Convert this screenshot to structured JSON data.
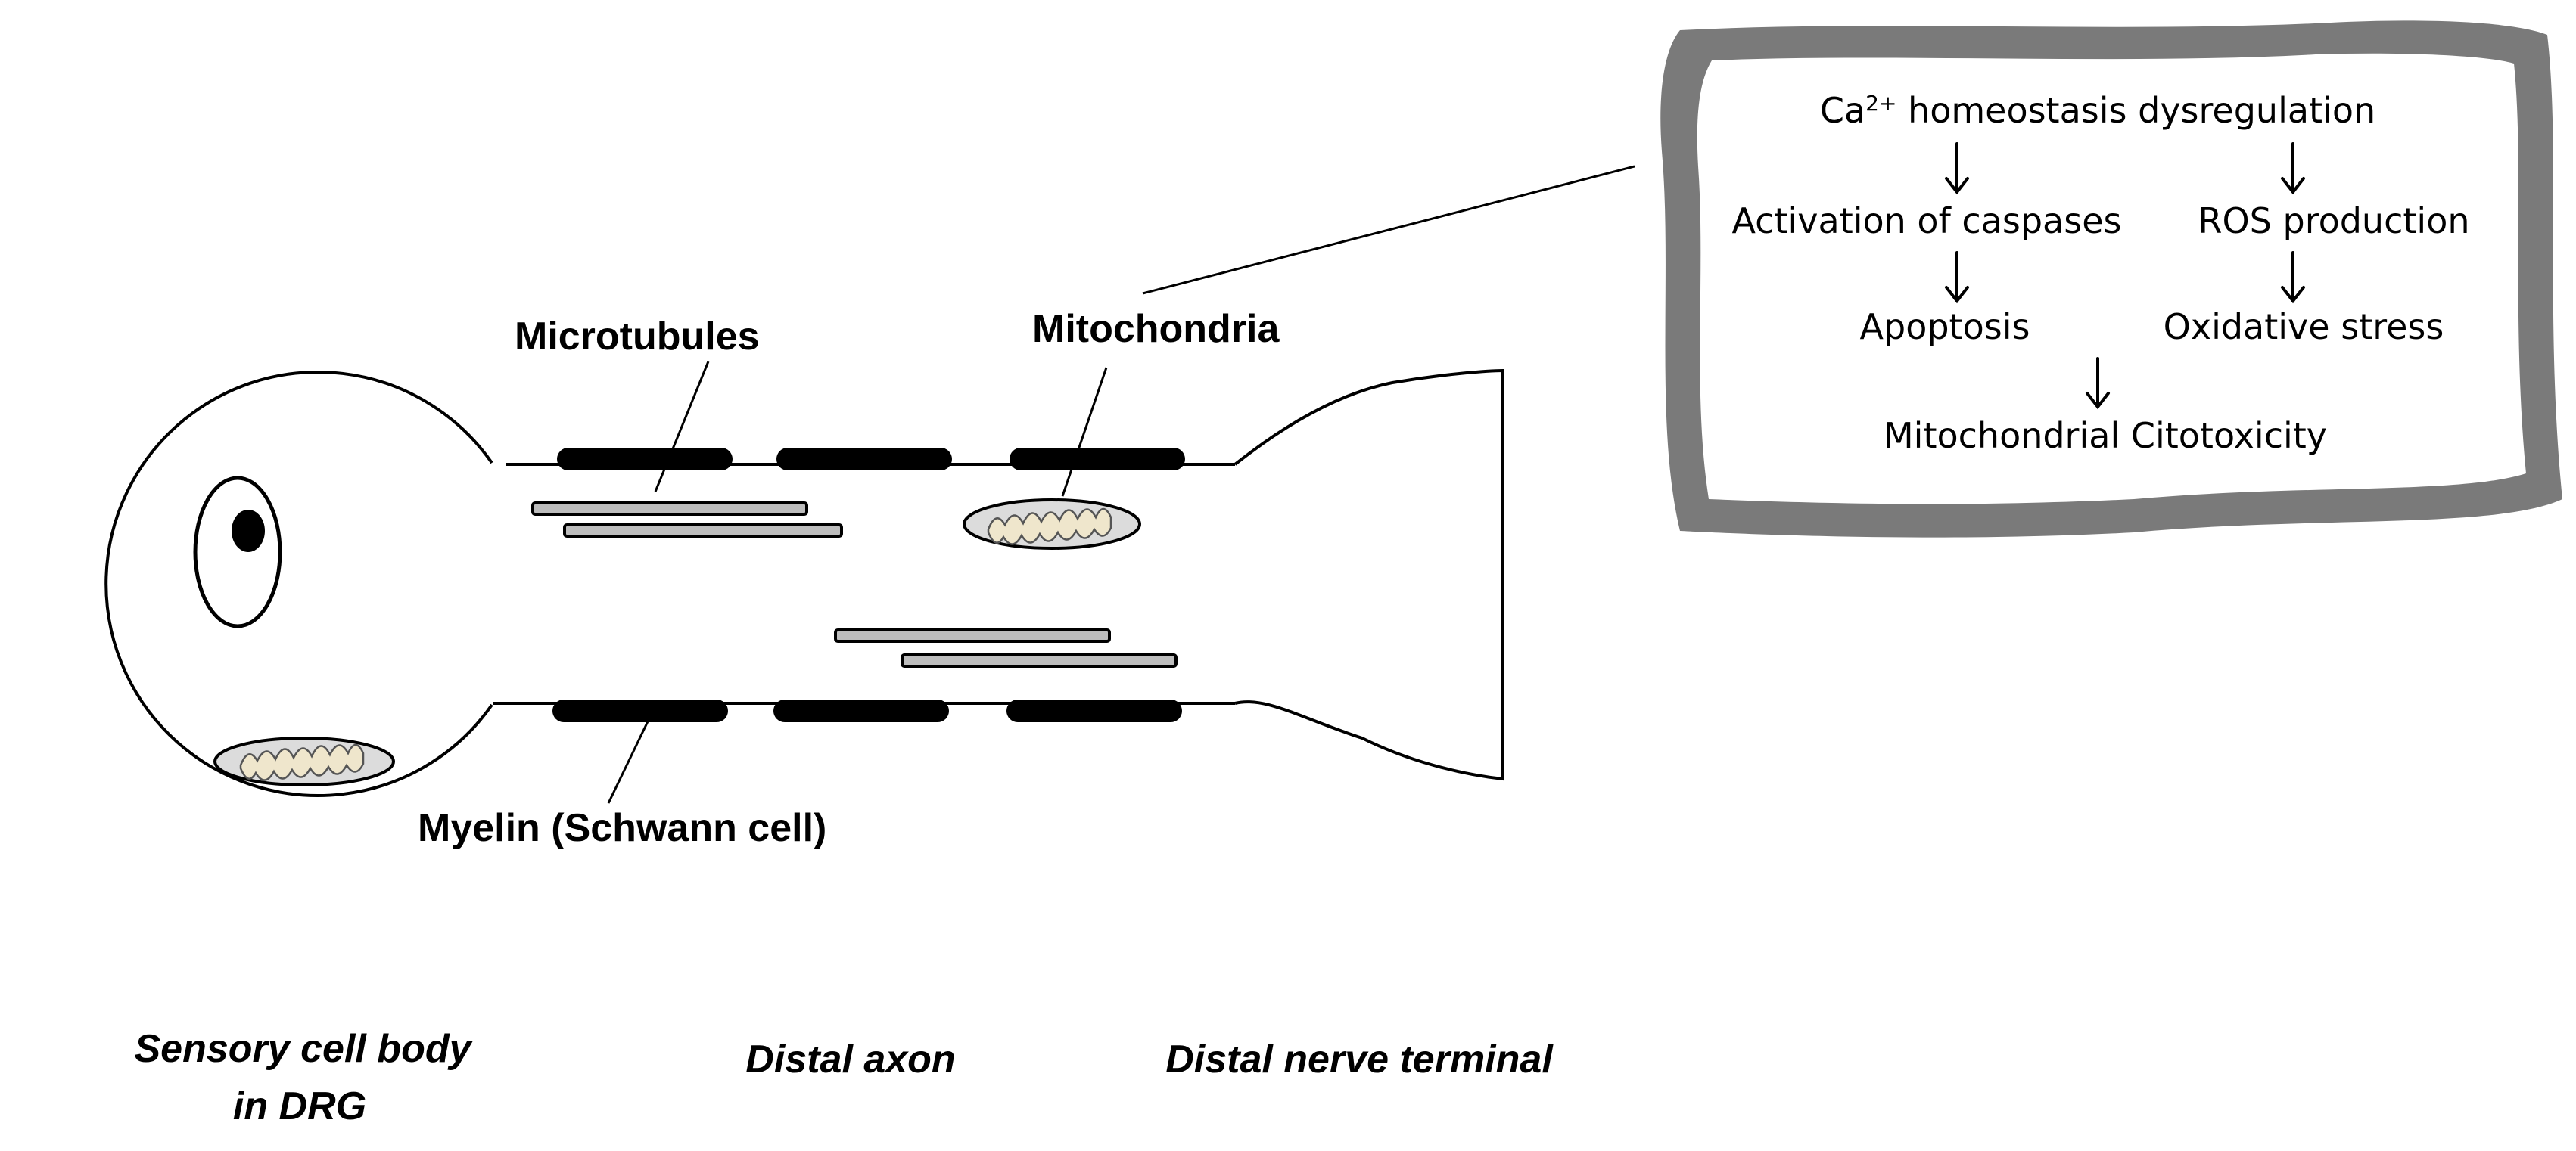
{
  "labels": {
    "microtubules": "Microtubules",
    "mitochondria": "Mitochondria",
    "myelin": "Myelin (Schwann cell)"
  },
  "captions": {
    "cell_body_line1": "Sensory cell body",
    "cell_body_line2": "in DRG",
    "distal_axon": "Distal axon",
    "distal_terminal": "Distal nerve terminal"
  },
  "pathway": {
    "calcium_prefix": "Ca",
    "calcium_superscript": "2+",
    "calcium_rest": " homeostasis dysregulation",
    "caspases": "Activation of caspases",
    "ros": "ROS production",
    "apoptosis": "Apoptosis",
    "oxidative": "Oxidative stress",
    "cytotoxicity": "Mitochondrial Citotoxicity"
  },
  "colors": {
    "frame": "#7a7a7a",
    "myelin": "#000000",
    "mitochondria_fill": "#dcdcdc",
    "cristae_fill": "#efe6cc"
  }
}
